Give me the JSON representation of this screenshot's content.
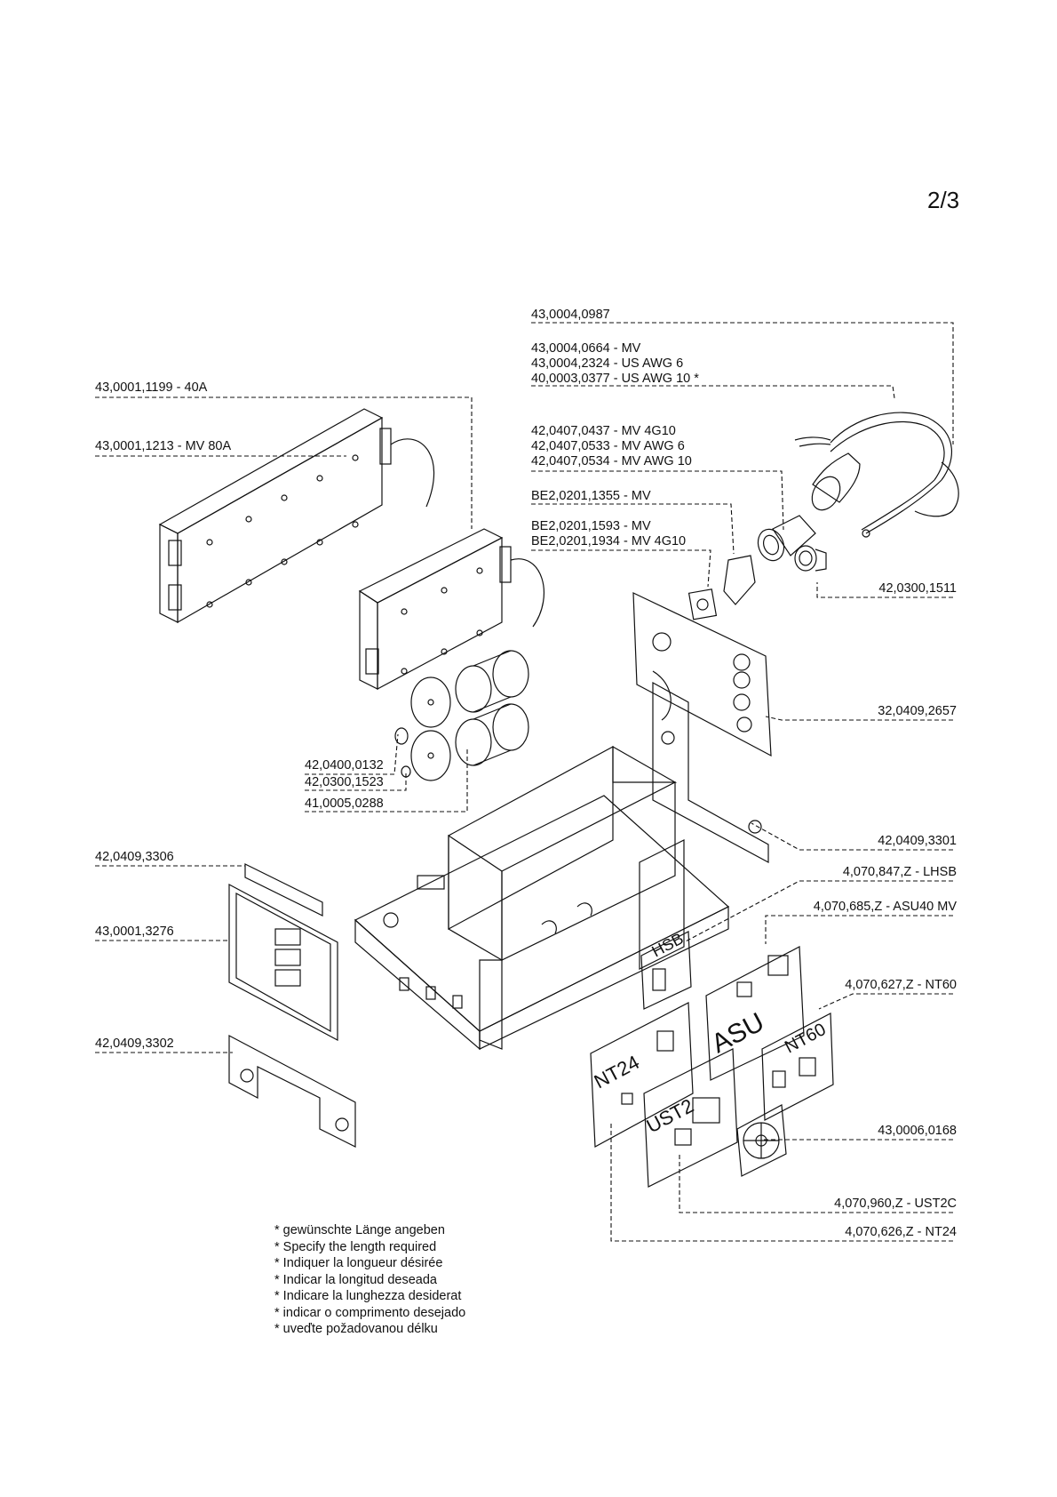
{
  "page_number": "2/3",
  "labels": {
    "cable_top": "43,0004,0987",
    "cable_group": [
      "43,0004,0664 - MV",
      "43,0004,2324 - US AWG 6",
      "40,0003,0377 - US AWG 10 *"
    ],
    "plug_group": [
      "42,0407,0437 - MV 4G10",
      "42,0407,0533 - MV AWG 6",
      "42,0407,0534 - MV AWG 10"
    ],
    "bracket": "BE2,0201,1355 - MV",
    "bracket_group": [
      "BE2,0201,1593 - MV",
      "BE2,0201,1934 - MV 4G10"
    ],
    "nut": "42,0300,1511",
    "panel_plate": "32,0409,2657",
    "side_bracket": "42,0409,3301",
    "filter_40a": "43,0001,1199 - 40A",
    "filter_80a": "43,0001,1213 - MV 80A",
    "cap_holder": "42,0400,0132",
    "cap_nut": "42,0300,1523",
    "capacitor": "41,0005,0288",
    "strip": "42,0409,3306",
    "front_panel": "43,0001,3276",
    "front_bracket": "42,0409,3302",
    "lhsb": "4,070,847,Z - LHSB",
    "asu": "4,070,685,Z - ASU40 MV",
    "nt60": "4,070,627,Z - NT60",
    "fan": "43,0006,0168",
    "ust2c": "4,070,960,Z - UST2C",
    "nt24": "4,070,626,Z - NT24"
  },
  "board_marks": {
    "hsb": "HSB",
    "asu": "ASU",
    "nt60": "NT60",
    "nt24": "NT24",
    "ust2": "UST2"
  },
  "notes": [
    "* gewünschte Länge angeben",
    "* Specify the length required",
    "* Indiquer la longueur désirée",
    "* Indicar la longitud deseada",
    "* Indicare la lunghezza desiderat",
    "* indicar o comprimento desejado",
    "* uveďte požadovanou délku"
  ]
}
